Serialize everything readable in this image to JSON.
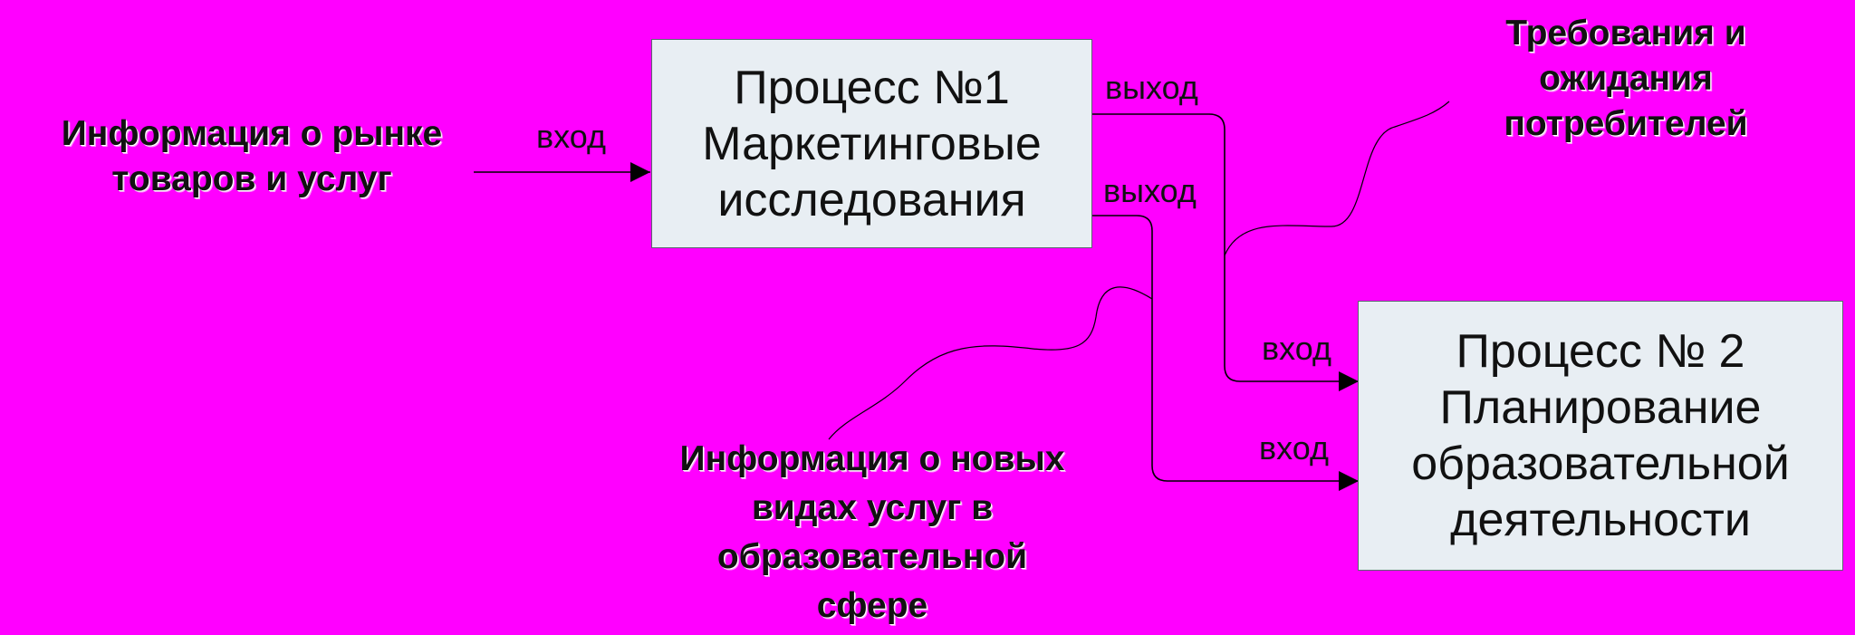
{
  "process1": {
    "lines": [
      "Процесс №1",
      "Маркетинговые",
      "исследования"
    ]
  },
  "process2": {
    "lines": [
      "Процесс № 2",
      "Планирование",
      "образовательной",
      "деятельности"
    ]
  },
  "labels": {
    "input_p1": "вход",
    "output_top": "выход",
    "output_bottom": "выход",
    "input_p2_top": "вход",
    "input_p2_bottom": "вход"
  },
  "external": {
    "market_info": [
      "Информация о рынке",
      "товаров и услуг"
    ],
    "consumer_requirements": [
      "Требования и",
      "ожидания",
      "потребителей"
    ],
    "new_services_info": [
      "Информация о новых",
      "видах услуг в",
      "образовательной",
      "сфере"
    ]
  },
  "colors": {
    "background": "#ff00ff",
    "box_fill": "#e8eef3",
    "line": "#000000"
  }
}
